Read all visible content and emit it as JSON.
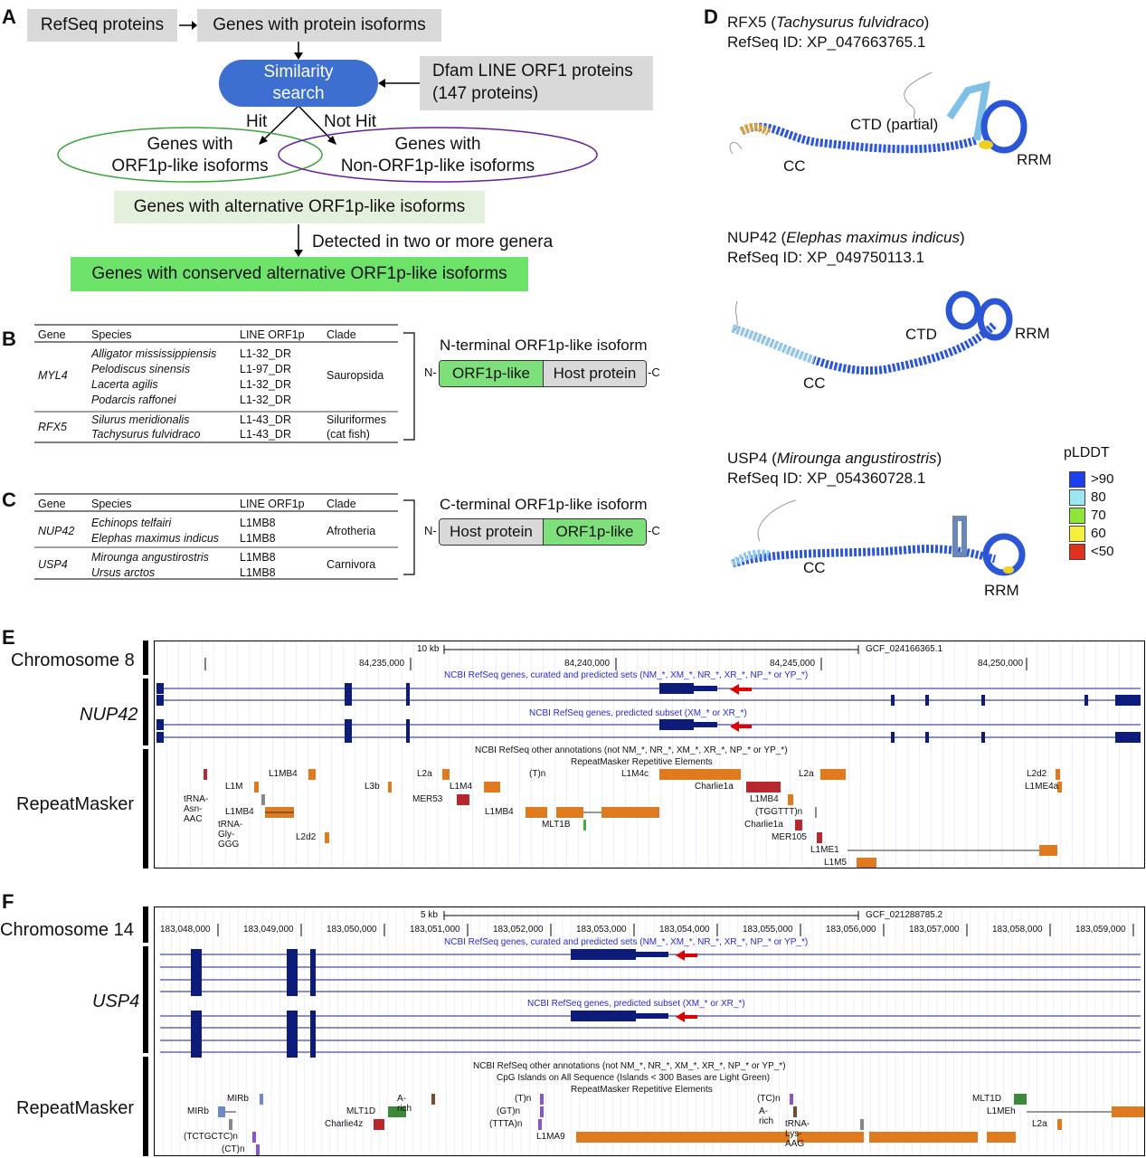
{
  "panelA": {
    "label": "A",
    "refseq": "RefSeq proteins",
    "genes_isoforms": "Genes with protein isoforms",
    "similarity": [
      "Similarity",
      "search"
    ],
    "dfam": [
      "Dfam LINE ORF1 proteins",
      "(147 proteins)"
    ],
    "hit": "Hit",
    "not_hit": "Not Hit",
    "orf1_like": [
      "Genes with",
      "ORF1p-like isoforms"
    ],
    "non_orf1_like": [
      "Genes with",
      "Non-ORF1p-like isoforms"
    ],
    "alt": "Genes with alternative ORF1p-like isoforms",
    "detected": "Detected in two or more genera",
    "conserved": "Genes with conserved alternative ORF1p-like isoforms"
  },
  "panelB": {
    "label": "B",
    "headers": [
      "Gene",
      "Species",
      "LINE ORF1p",
      "Clade"
    ],
    "groups": [
      {
        "gene": "MYL4",
        "species": [
          "Alligator mississippiensis",
          "Pelodiscus sinensis",
          "Lacerta agilis",
          "Podarcis raffonei"
        ],
        "orf": [
          "L1-32_DR",
          "L1-97_DR",
          "L1-32_DR",
          "L1-32_DR"
        ],
        "clade": [
          "Sauropsida"
        ]
      },
      {
        "gene": "RFX5",
        "species": [
          "Silurus meridionalis",
          "Tachysurus fulvidraco"
        ],
        "orf": [
          "L1-43_DR",
          "L1-43_DR"
        ],
        "clade": [
          "Siluriformes",
          "(cat fish)"
        ]
      }
    ],
    "iso_title": "N-terminal ORF1p-like isoform",
    "left_box": "ORF1p-like",
    "right_box": "Host protein",
    "n": "N-",
    "c": "-C"
  },
  "panelC": {
    "label": "C",
    "headers": [
      "Gene",
      "Species",
      "LINE ORF1p",
      "Clade"
    ],
    "groups": [
      {
        "gene": "NUP42",
        "species": [
          "Echinops telfairi",
          "Elephas maximus indicus"
        ],
        "orf": [
          "L1MB8",
          "L1MB8"
        ],
        "clade": [
          "Afrotheria"
        ]
      },
      {
        "gene": "USP4",
        "species": [
          "Mirounga angustirostris",
          "Ursus arctos"
        ],
        "orf": [
          "L1MB8",
          "L1MB8"
        ],
        "clade": [
          "Carnivora"
        ]
      }
    ],
    "iso_title": "C-terminal ORF1p-like isoform",
    "left_box": "Host protein",
    "right_box": "ORF1p-like",
    "n": "N-",
    "c": "-C"
  },
  "panelD": {
    "label": "D",
    "structures": [
      {
        "gene": "RFX5",
        "species": "Tachysurus fulvidraco",
        "refseq": "RefSeq ID: XP_047663765.1",
        "labels": [
          "CTD (partial)",
          "CC",
          "RRM"
        ]
      },
      {
        "gene": "NUP42",
        "species": "Elephas maximus indicus",
        "refseq": "RefSeq ID: XP_049750113.1",
        "labels": [
          "CTD",
          "RRM",
          "CC"
        ]
      },
      {
        "gene": "USP4",
        "species": "Mirounga angustirostris",
        "refseq": "RefSeq ID: XP_054360728.1",
        "labels": [
          "CC",
          "RRM"
        ]
      }
    ],
    "legend_title": "pLDDT",
    "legend": [
      {
        "label": ">90",
        "color": "#1c3ff0"
      },
      {
        "label": "80",
        "color": "#9be8f2"
      },
      {
        "label": "70",
        "color": "#8ee63a"
      },
      {
        "label": "60",
        "color": "#f6f03c"
      },
      {
        "label": "<50",
        "color": "#e0301e"
      }
    ]
  },
  "panelE": {
    "label": "E",
    "side": [
      "Chromosome 8",
      "NUP42",
      "RepeatMasker"
    ],
    "scale": "10 kb",
    "assembly": "GCF_024166365.1",
    "ticks": [
      "84,235,000",
      "84,240,000",
      "84,245,000",
      "84,250,000"
    ],
    "track1": "NCBI RefSeq genes, curated and predicted sets (NM_*, XM_*, NR_*, XR_*, NP_* or YP_*)",
    "track2": "NCBI RefSeq genes, predicted subset (XM_* or XR_*)",
    "track3": "NCBI RefSeq other annotations (not NM_*, NR_*, XM_*, XR_*, NP_* or YP_*)",
    "track4": "RepeatMasker Repetitive Elements",
    "repeats": [
      "L1MB4",
      "L1M",
      "tRNA-Asn-AAC",
      "L1MB4",
      "tRNA-Gly-GGG",
      "L2d2",
      "L3b",
      "L2a",
      "L1M4",
      "MER53",
      "(T)n",
      "L1MB4",
      "MLT1B",
      "L1M4c",
      "Charlie1a",
      "L1MB4",
      "(TGGTTT)n",
      "Charlie1a",
      "MER105",
      "L2a",
      "L1ME1",
      "L1M5",
      "L2d2",
      "L1ME4a"
    ]
  },
  "panelF": {
    "label": "F",
    "side": [
      "Chromosome 14",
      "USP4",
      "RepeatMasker"
    ],
    "scale": "5 kb",
    "assembly": "GCF_021288785.2",
    "ticks": [
      "183,048,000",
      "183,049,000",
      "183,050,000",
      "183,051,000",
      "183,052,000",
      "183,053,000",
      "183,054,000",
      "183,055,000",
      "183,056,000",
      "183,057,000",
      "183,058,000",
      "183,059,000"
    ],
    "track1": "NCBI RefSeq genes, curated and predicted sets (NM_*, XM_*, NR_*, XR_*, NP_* or YP_*)",
    "track2": "NCBI RefSeq genes, predicted subset (XM_* or XR_*)",
    "track3": "NCBI RefSeq other annotations (not NM_*, NR_*, XM_*, XR_*, NP_* or YP_*)",
    "track4": "CpG Islands on All Sequence (Islands < 300 Bases are Light Green)",
    "track5": "RepeatMasker Repetitive Elements",
    "repeats": [
      "MIRb",
      "MIRb",
      "(TCTGCTC)n",
      "(CT)n",
      "MLT1D",
      "Charlie4z",
      "A-rich",
      "(T)n",
      "(GT)n",
      "(TTTA)n",
      "L1MA9",
      "(TC)n",
      "A-rich",
      "tRNA-Lys-AAG",
      "MLT1D",
      "L1MEh",
      "L2a"
    ]
  }
}
